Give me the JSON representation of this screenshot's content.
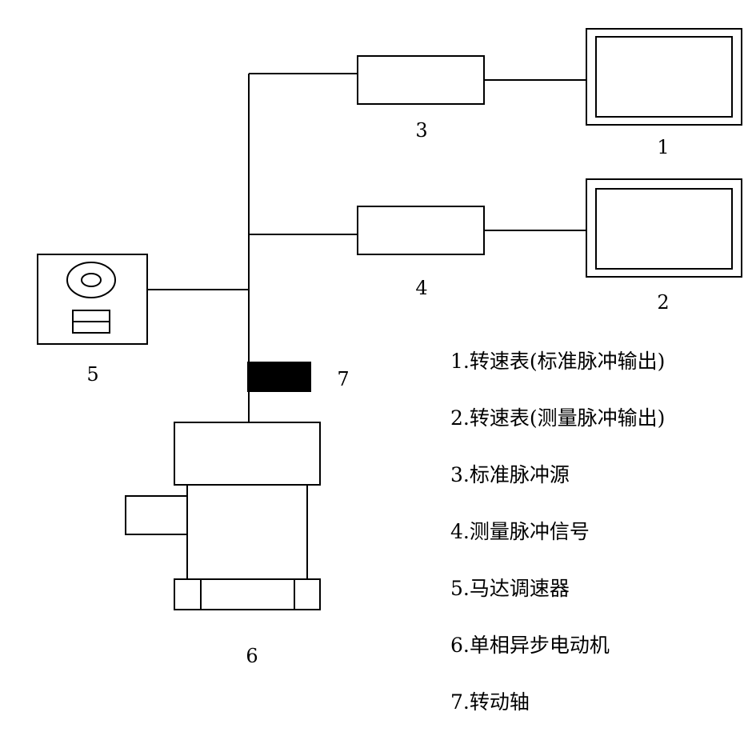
{
  "labels": {
    "monitor_1": "1",
    "monitor_2": "2",
    "box_3": "3",
    "box_4": "4",
    "controller_5": "5",
    "motor_6": "6",
    "shaft_7": "7"
  },
  "legend": [
    "1.转速表(标准脉冲输出)",
    "2.转速表(测量脉冲输出)",
    "3.标准脉冲源",
    "4.测量脉冲信号",
    "5.马达调速器",
    "6.单相异步电动机",
    "7.转动轴"
  ]
}
